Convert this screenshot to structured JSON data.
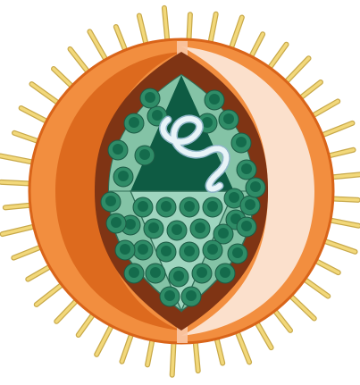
{
  "illustration": {
    "subject": "enveloped-virus-cross-section",
    "colors": {
      "background": "#ffffff",
      "envelope_outer": "#f28e3f",
      "envelope_rim": "#d96419",
      "envelope_highlight": "#f9c7a5",
      "envelope_pale_band": "#fbe0cc",
      "matrix_layer": "#7f3414",
      "capsid_light": "#9fd5bf",
      "capsid_mid": "#84c3a6",
      "capsid_dark": "#0e5b43",
      "capsomere_ring": "#2f8c67",
      "capsomere_core": "#146b4c",
      "genome_light": "#e8f4f8",
      "genome_dark": "#8fb6c8",
      "spike": "#f2d87a",
      "spike_outline": "#c8a94a"
    },
    "spike_count": 44,
    "capsomere_count": 40
  }
}
